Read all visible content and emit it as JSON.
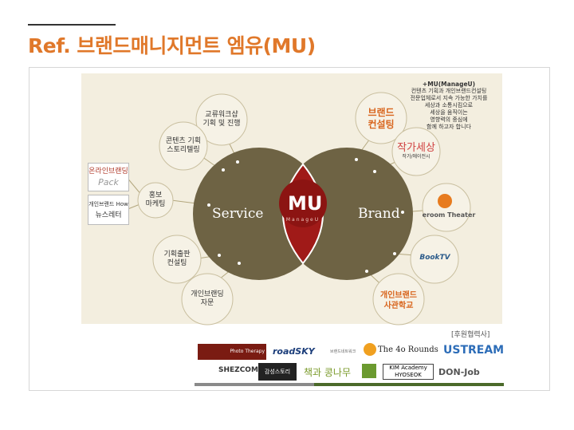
{
  "title": "Ref. 브랜드매니지먼트 엠유(MU)",
  "diagram": {
    "left_circle": "Service",
    "right_circle": "Brand",
    "center": "MU",
    "center_sub": "ManageU",
    "left_nodes": [
      {
        "lines": [
          "교류워크샵",
          "기획 및 진행"
        ]
      },
      {
        "lines": [
          "콘텐츠 기획",
          "스토리텔링"
        ]
      },
      {
        "lines": [
          "홍보",
          "마케팅"
        ]
      },
      {
        "lines": [
          "기획출판",
          "컨설팅"
        ]
      },
      {
        "lines": [
          "개인브랜딩",
          "자문"
        ]
      }
    ],
    "right_nodes": [
      {
        "lines": [
          "브랜드",
          "컨설팅"
        ]
      },
      {
        "lines": [
          "작가세상",
          "작가/에이전시"
        ]
      },
      {
        "lines": [
          "eroom Theater"
        ]
      },
      {
        "lines": [
          "BookTV"
        ]
      },
      {
        "lines": [
          "개인브랜드",
          "사관학교"
        ]
      }
    ],
    "side_boxes": [
      {
        "lines": [
          "온라인브랜딩",
          "Pack"
        ]
      },
      {
        "lines": [
          "개인브랜드 How",
          "뉴스레터"
        ]
      }
    ],
    "description_title": "+MU(ManageU)",
    "description": [
      "컨텐츠 기획과 개인브랜드컨설팅",
      "전문업체로서 지속 가능한 가치를",
      "세상과 소통시킴으로",
      "세상을 움직이는",
      "영향력의 중심에",
      "함께 하고자 합니다"
    ]
  },
  "sponsors_label": "[후원협력사]",
  "sponsors": [
    "Photo Therapy",
    "roadSKY",
    "브랜드네트워크",
    "The 4o Rounds",
    "USTREAM",
    "SHEZCOM",
    "감성스토리",
    "책과 콩나무",
    "KIM Academy HYOSEOK",
    "DON-Job"
  ],
  "colors": {
    "accent": "#e0782a",
    "circle": "#6e6344",
    "center": "#a01a18",
    "node_text_right": "#d8641c"
  }
}
